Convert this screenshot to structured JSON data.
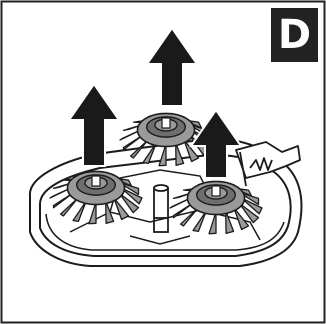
{
  "step": {
    "label": "D"
  },
  "colors": {
    "frame": "#222222",
    "badge_bg": "#222222",
    "badge_text": "#ffffff",
    "arrow": "#1a1a1a",
    "cutter_fill": "#9a9a9a",
    "cutter_dark": "#6e6e6e",
    "housing": "#ffffff",
    "line": "#1c1c1c"
  },
  "diagram": {
    "subject": "shaver-head-holder",
    "cutter_count": 3,
    "arrow_direction": "up",
    "arrow_count": 3
  }
}
